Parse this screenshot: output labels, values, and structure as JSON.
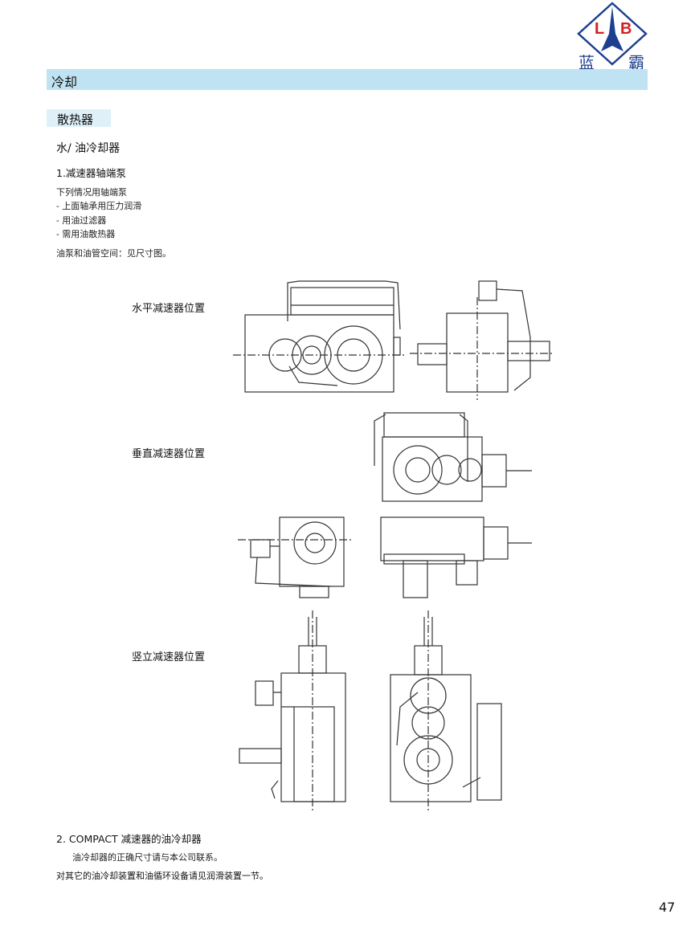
{
  "logo": {
    "letters": "L B",
    "char_left": "蓝",
    "char_right": "霸",
    "colors": {
      "red": "#d32020",
      "blue": "#1d3f8f"
    }
  },
  "header": {
    "title": "冷却"
  },
  "section": {
    "title": "散热器"
  },
  "subsection": {
    "title": "水/ 油冷却器"
  },
  "item1": {
    "title": "1.减速器轴端泵",
    "intro": "下列情况用轴端泵",
    "bullets": [
      "- 上面轴承用压力润滑",
      "- 用油过滤器",
      "- 需用油散热器"
    ],
    "note": "油泵和油管空间：见尺寸图。"
  },
  "figure_labels": {
    "horizontal": "水平减速器位置",
    "vertical": "垂直减速器位置",
    "upright": "竖立减速器位置"
  },
  "item2": {
    "title": "2. COMPACT 减速器的油冷却器",
    "text": "油冷却器的正确尺寸请与本公司联系。"
  },
  "footer_note": "对其它的油冷却装置和油循环设备请见润滑装置一节。",
  "page_number": "47"
}
